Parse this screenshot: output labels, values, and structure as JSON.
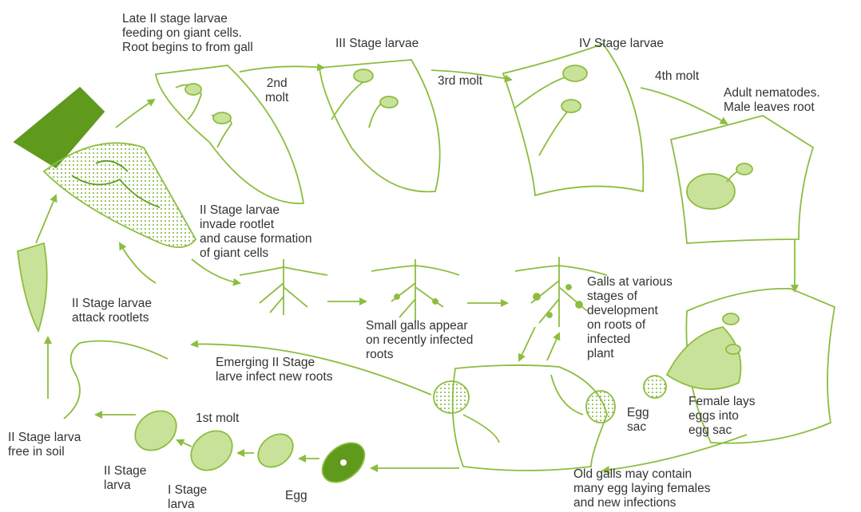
{
  "colors": {
    "stroke": "#8cbd3f",
    "fill_light": "#c9e29a",
    "fill_dark": "#5f9a1c",
    "text": "#333333"
  },
  "labels": {
    "late_ii_stage": [
      "Late II stage larvae",
      "feeding on giant cells.",
      "Root begins to from gall"
    ],
    "second_molt": [
      "2nd",
      "molt"
    ],
    "iii_stage": [
      "III Stage larvae"
    ],
    "third_molt": [
      "3rd molt"
    ],
    "iv_stage": [
      "IV Stage larvae"
    ],
    "fourth_molt": [
      "4th molt"
    ],
    "adult": [
      "Adult nematodes.",
      "Male leaves root"
    ],
    "ii_invade": [
      "II Stage larvae",
      "invade rootlet",
      "and cause formation",
      "of giant cells"
    ],
    "ii_attack": [
      "II Stage larvae",
      "attack rootlets"
    ],
    "galls_various": [
      "Galls at various",
      "stages of",
      "development",
      "on roots of",
      "infected",
      "plant"
    ],
    "small_galls": [
      "Small galls appear",
      "on recently infected",
      "roots"
    ],
    "emerging": [
      "Emerging II Stage",
      "larve infect new roots"
    ],
    "egg_sac": [
      "Egg",
      "sac"
    ],
    "female_lays": [
      "Female lays",
      "eggs into",
      "egg sac"
    ],
    "first_molt": [
      "1st molt"
    ],
    "ii_free": [
      "II Stage larva",
      "free in soil"
    ],
    "ii_larva": [
      "II Stage",
      "larva"
    ],
    "i_larva": [
      "I Stage",
      "larva"
    ],
    "egg": [
      "Egg"
    ],
    "old_galls": [
      "Old galls may contain",
      "many egg laying females",
      "and new infections"
    ]
  }
}
